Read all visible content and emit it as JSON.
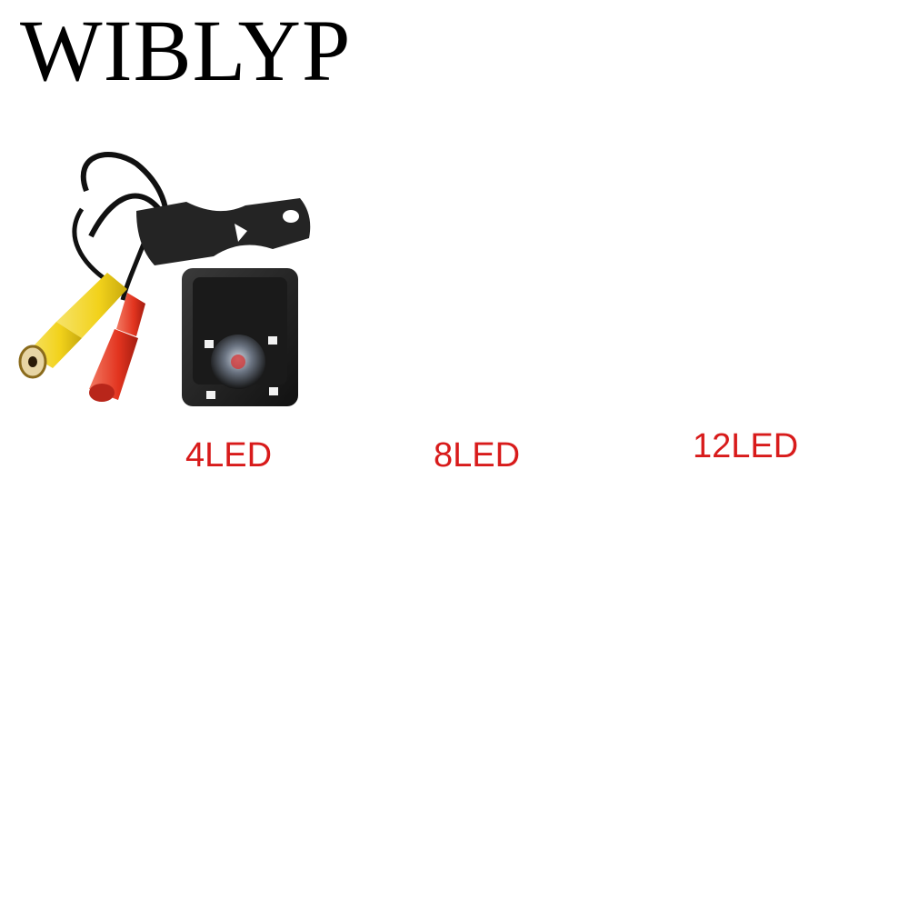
{
  "brand": {
    "name": "WIBLYP"
  },
  "products": [
    {
      "label": "4LED",
      "led_count": 4
    },
    {
      "label": "8LED",
      "led_count": 8
    },
    {
      "label": "12LED",
      "led_count": 12
    }
  ],
  "colors": {
    "label": "#d81b1b",
    "camera_body": "#1c1c1c",
    "bracket": "#2a2a2a",
    "rca_yellow": "#f2d21b",
    "dc_red": "#e2341f",
    "cable_black": "#111111",
    "wire_red": "#d81818"
  }
}
